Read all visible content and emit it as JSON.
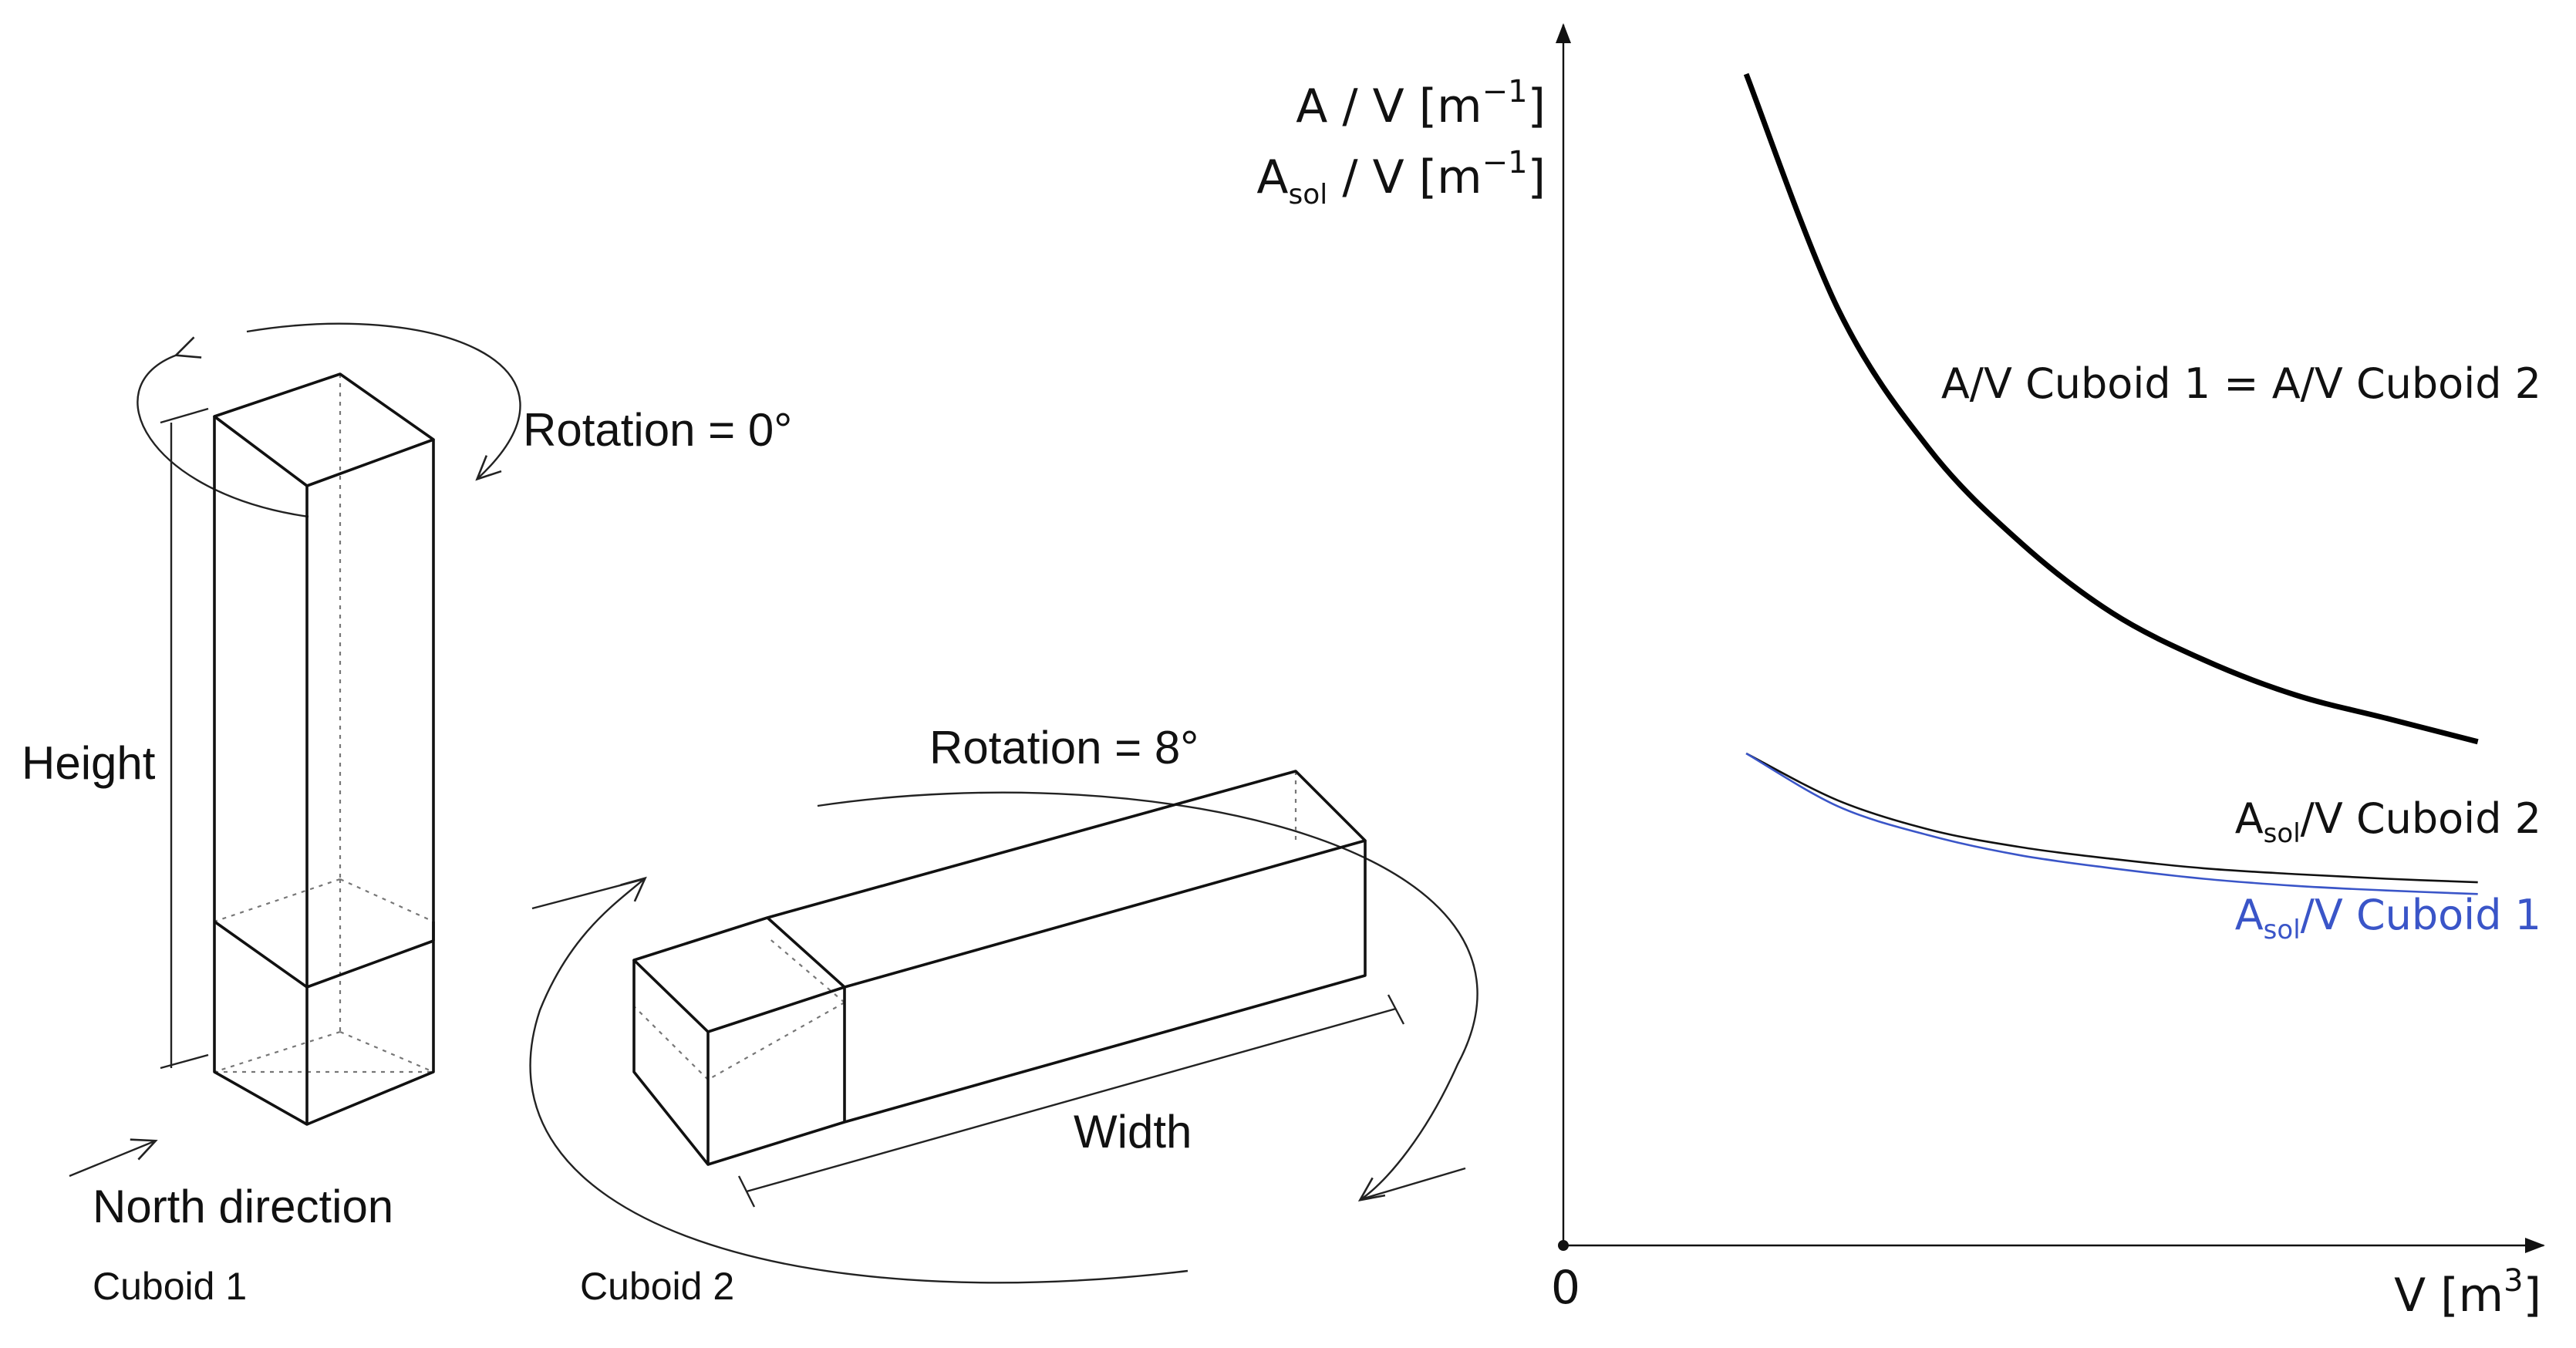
{
  "left": {
    "rotation1_label": "Rotation = 0°",
    "height_label": "Height",
    "north_label": "North direction",
    "cuboid1_label": "Cuboid 1",
    "rotation2_label": "Rotation = 8°",
    "width_label": "Width",
    "cuboid2_label": "Cuboid 2"
  },
  "chart_data": {
    "type": "line",
    "ylabel_line1_main": "A / V [m",
    "ylabel_line2_main": "A",
    "ylabel_line2_sub": "sol",
    "ylabel_line2_rest": " / V [m",
    "ylabel_unit_sup": "−1",
    "ylabel_close": "]",
    "xlabel_main": "V [m",
    "xlabel_sup": "3",
    "xlabel_close": "]",
    "origin_label": "0",
    "series": [
      {
        "name": "A/V Cuboid 1 = A/V Cuboid 2",
        "color": "#000000",
        "points": [
          [
            0.2,
            1.0
          ],
          [
            0.3,
            0.8
          ],
          [
            0.4,
            0.68
          ],
          [
            0.5,
            0.6
          ],
          [
            0.6,
            0.54
          ],
          [
            0.7,
            0.5
          ],
          [
            0.8,
            0.47
          ],
          [
            0.9,
            0.45
          ],
          [
            1.0,
            0.43
          ]
        ]
      },
      {
        "name_main": "A",
        "name_sub": "sol",
        "name_rest": "/V Cuboid 2",
        "color": "#111111",
        "points": [
          [
            0.2,
            0.42
          ],
          [
            0.3,
            0.38
          ],
          [
            0.4,
            0.355
          ],
          [
            0.5,
            0.34
          ],
          [
            0.6,
            0.33
          ],
          [
            0.7,
            0.322
          ],
          [
            0.8,
            0.317
          ],
          [
            0.9,
            0.313
          ],
          [
            1.0,
            0.31
          ]
        ]
      },
      {
        "name_main": "A",
        "name_sub": "sol",
        "name_rest": "/V Cuboid 1",
        "color": "#3a55c8",
        "points": [
          [
            0.2,
            0.42
          ],
          [
            0.3,
            0.375
          ],
          [
            0.4,
            0.35
          ],
          [
            0.5,
            0.333
          ],
          [
            0.6,
            0.322
          ],
          [
            0.7,
            0.313
          ],
          [
            0.8,
            0.307
          ],
          [
            0.9,
            0.303
          ],
          [
            1.0,
            0.3
          ]
        ]
      }
    ],
    "xlim": [
      0,
      1.05
    ],
    "ylim": [
      0,
      1.05
    ]
  }
}
